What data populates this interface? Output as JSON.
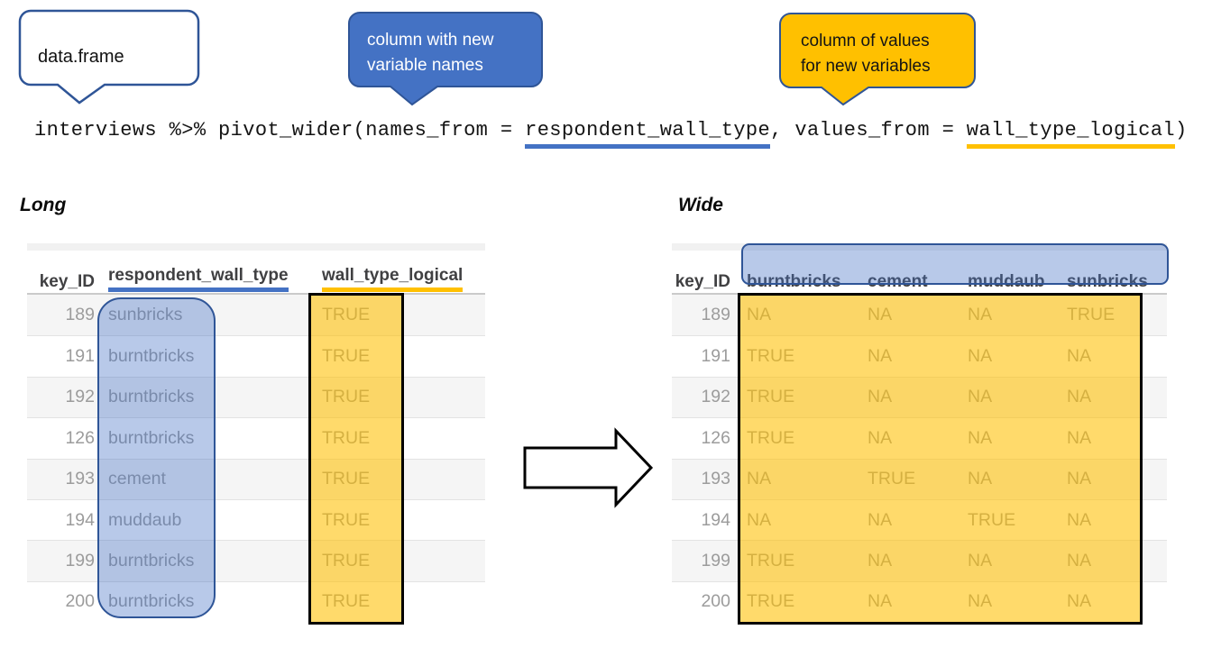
{
  "callouts": {
    "dataframe": {
      "label": "data.frame"
    },
    "names_callout": {
      "line1": "column with new",
      "line2": "variable names"
    },
    "values_callout": {
      "line1": "column of values",
      "line2": "for new variables"
    }
  },
  "code": {
    "part1": "interviews %>% pivot_wider(names_from = ",
    "names_from": "respondent_wall_type",
    "part2": ", values_from = ",
    "values_from": "wall_type_logical",
    "part3": ")"
  },
  "long_table": {
    "title": "Long",
    "headers": [
      "key_ID",
      "respondent_wall_type",
      "wall_type_logical"
    ],
    "rows": [
      {
        "key_id": "189",
        "wall": "sunbricks",
        "logical": "TRUE"
      },
      {
        "key_id": "191",
        "wall": "burntbricks",
        "logical": "TRUE"
      },
      {
        "key_id": "192",
        "wall": "burntbricks",
        "logical": "TRUE"
      },
      {
        "key_id": "126",
        "wall": "burntbricks",
        "logical": "TRUE"
      },
      {
        "key_id": "193",
        "wall": "cement",
        "logical": "TRUE"
      },
      {
        "key_id": "194",
        "wall": "muddaub",
        "logical": "TRUE"
      },
      {
        "key_id": "199",
        "wall": "burntbricks",
        "logical": "TRUE"
      },
      {
        "key_id": "200",
        "wall": "burntbricks",
        "logical": "TRUE"
      }
    ]
  },
  "wide_table": {
    "title": "Wide",
    "headers": [
      "key_ID",
      "burntbricks",
      "cement",
      "muddaub",
      "sunbricks"
    ],
    "rows": [
      {
        "key_id": "189",
        "burntbricks": "NA",
        "cement": "NA",
        "muddaub": "NA",
        "sunbricks": "TRUE"
      },
      {
        "key_id": "191",
        "burntbricks": "TRUE",
        "cement": "NA",
        "muddaub": "NA",
        "sunbricks": "NA"
      },
      {
        "key_id": "192",
        "burntbricks": "TRUE",
        "cement": "NA",
        "muddaub": "NA",
        "sunbricks": "NA"
      },
      {
        "key_id": "126",
        "burntbricks": "TRUE",
        "cement": "NA",
        "muddaub": "NA",
        "sunbricks": "NA"
      },
      {
        "key_id": "193",
        "burntbricks": "NA",
        "cement": "TRUE",
        "muddaub": "NA",
        "sunbricks": "NA"
      },
      {
        "key_id": "194",
        "burntbricks": "NA",
        "cement": "NA",
        "muddaub": "TRUE",
        "sunbricks": "NA"
      },
      {
        "key_id": "199",
        "burntbricks": "TRUE",
        "cement": "NA",
        "muddaub": "NA",
        "sunbricks": "NA"
      },
      {
        "key_id": "200",
        "burntbricks": "TRUE",
        "cement": "NA",
        "muddaub": "NA",
        "sunbricks": "NA"
      }
    ]
  },
  "colors": {
    "accent_blue": "#4472C4",
    "border_blue": "#2F5597",
    "accent_gold": "#FFC000",
    "highlight_border": "#000000"
  }
}
